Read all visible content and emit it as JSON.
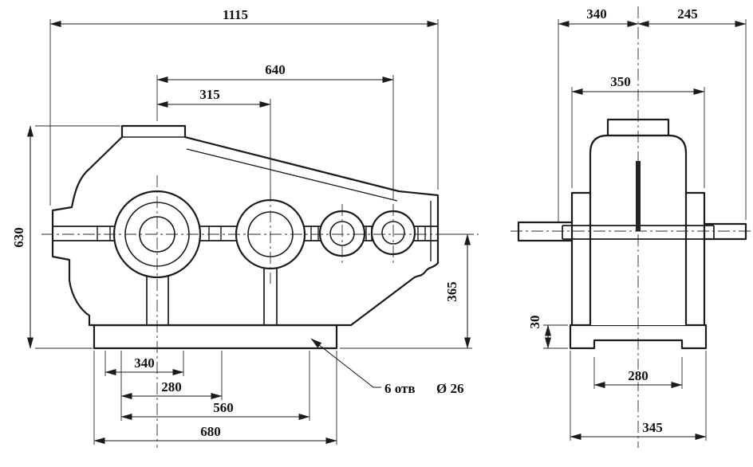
{
  "drawing": {
    "background": "#ffffff",
    "line_color": "#1b1b1b",
    "views": {
      "side": {
        "dims": {
          "d1115": "1115",
          "d640": "640",
          "d315": "315",
          "d630": "630",
          "d365": "365",
          "d340": "340",
          "d280": "280",
          "d560": "560",
          "d680": "680"
        },
        "holes_note": {
          "count_label": "6 отв",
          "diameter_label": "Ø 26"
        }
      },
      "end": {
        "dims": {
          "d340": "340",
          "d245": "245",
          "d350": "350",
          "d30": "30",
          "d280": "280",
          "d345": "345"
        }
      }
    }
  }
}
